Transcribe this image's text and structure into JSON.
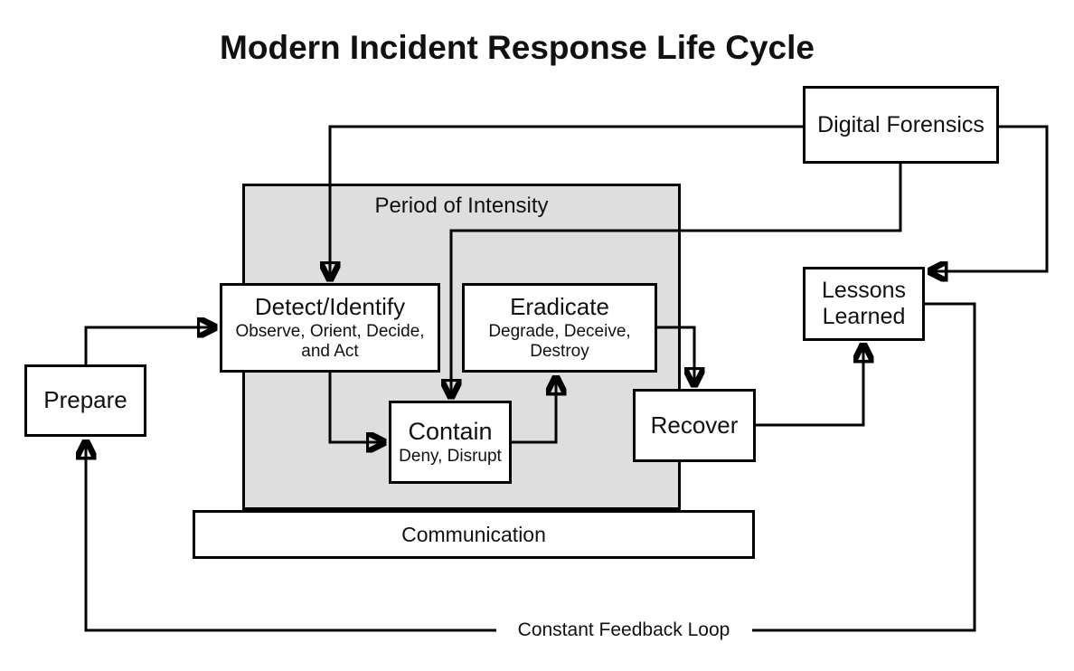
{
  "title": "Modern Incident Response Life Cycle",
  "diagram": {
    "boxes": {
      "prepare": {
        "label": "Prepare"
      },
      "detect_identify": {
        "label": "Detect/Identify",
        "sublabel": "Observe, Orient, Decide, and Act"
      },
      "eradicate": {
        "label": "Eradicate",
        "sublabel": "Degrade, Deceive, Destroy"
      },
      "contain": {
        "label": "Contain",
        "sublabel": "Deny, Disrupt"
      },
      "recover": {
        "label": "Recover"
      },
      "lessons_learned": {
        "label": "Lessons Learned"
      },
      "digital_forensics": {
        "label": "Digital Forensics"
      },
      "period_of_intensity": {
        "label": "Period of Intensity"
      },
      "communication": {
        "label": "Communication"
      }
    },
    "labels": {
      "feedback_loop": "Constant Feedback Loop"
    },
    "colors": {
      "line": "#000000",
      "box_fill": "#ffffff",
      "intensity_fill": "#dedede",
      "text": "#111111",
      "background": "#ffffff"
    },
    "connections": [
      {
        "from": "Prepare",
        "to": "Detect/Identify"
      },
      {
        "from": "Detect/Identify",
        "to": "Contain"
      },
      {
        "from": "Contain",
        "to": "Eradicate"
      },
      {
        "from": "Eradicate",
        "to": "Recover"
      },
      {
        "from": "Recover",
        "to": "Lessons Learned"
      },
      {
        "from": "Digital Forensics",
        "to": "Detect/Identify"
      },
      {
        "from": "Digital Forensics",
        "to": "Contain"
      },
      {
        "from": "Digital Forensics",
        "to": "Lessons Learned"
      },
      {
        "from": "Lessons Learned",
        "to": "Prepare",
        "via": "Constant Feedback Loop"
      }
    ]
  }
}
